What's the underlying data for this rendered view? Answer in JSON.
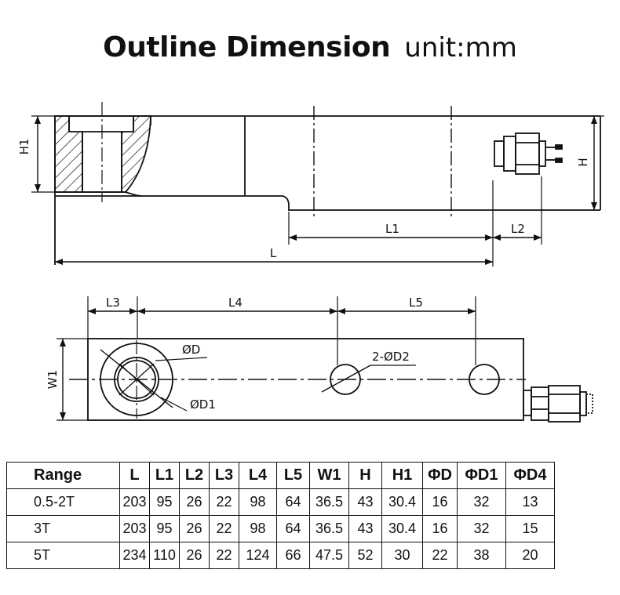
{
  "title": {
    "main": "Outline Dimension",
    "unit": "unit:mm"
  },
  "side_view": {
    "labels": {
      "h1": "H1",
      "h": "H",
      "l1": "L1",
      "l2": "L2",
      "l": "L"
    }
  },
  "top_view": {
    "labels": {
      "l3": "L3",
      "l4": "L4",
      "l5": "L5",
      "w1": "W1",
      "d": "ØD",
      "d1": "ØD1",
      "d2": "2-ØD2"
    }
  },
  "table": {
    "headers": [
      "Range",
      "L",
      "L1",
      "L2",
      "L3",
      "L4",
      "L5",
      "W1",
      "H",
      "H1",
      "ΦD",
      "ΦD1",
      "ΦD4"
    ],
    "rows": [
      [
        "0.5-2T",
        "203",
        "95",
        "26",
        "22",
        "98",
        "64",
        "36.5",
        "43",
        "30.4",
        "16",
        "32",
        "13"
      ],
      [
        "3T",
        "203",
        "95",
        "26",
        "22",
        "98",
        "64",
        "36.5",
        "43",
        "30.4",
        "16",
        "32",
        "15"
      ],
      [
        "5T",
        "234",
        "110",
        "26",
        "22",
        "124",
        "66",
        "47.5",
        "52",
        "30",
        "22",
        "38",
        "20"
      ]
    ]
  }
}
